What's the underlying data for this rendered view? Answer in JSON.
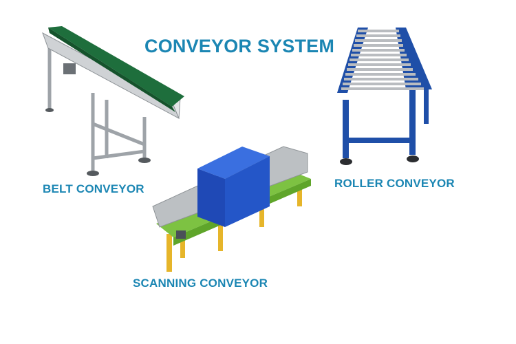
{
  "title": "CONVEYOR SYSTEM",
  "labels": {
    "belt": "BELT CONVEYOR",
    "roller": "ROLLER CONVEYOR",
    "scanning": "SCANNING CONVEYOR"
  },
  "colors": {
    "text": "#1b86b3",
    "belt_green": "#1e6e3c",
    "roller_frame": "#1f4fa8",
    "scanner_box": "#2456c8",
    "scanner_bed": "#7dc242",
    "scanner_legs": "#e6b52a",
    "steel": "#b9bcc0"
  },
  "icons": [
    "belt-conveyor-illustration",
    "roller-conveyor-illustration",
    "scanning-conveyor-illustration"
  ]
}
